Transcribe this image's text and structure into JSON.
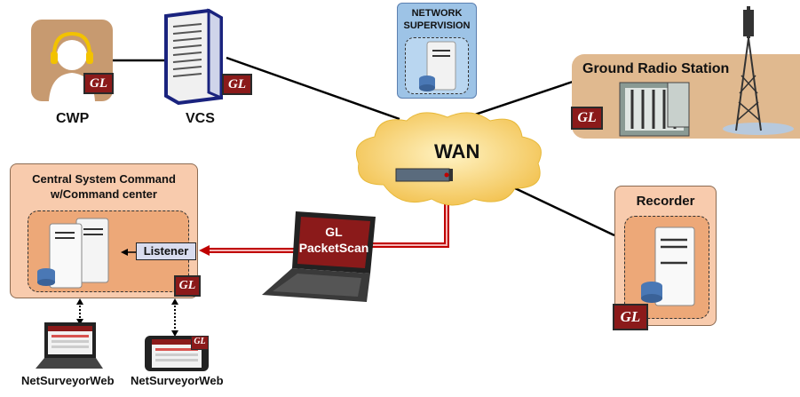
{
  "nodes": {
    "cwp": "CWP",
    "vcs": "VCS",
    "network_supervision": "NETWORK SUPERVISION",
    "ground_radio_station": "Ground Radio Station",
    "wan": "WAN",
    "central_system": "Central System Command w/Command center",
    "listener": "Listener",
    "packetscan": "GL PacketScan",
    "recorder": "Recorder",
    "netsurveyor_laptop": "NetSurveyorWeb",
    "netsurveyor_phone": "NetSurveyorWeb"
  },
  "badges": {
    "gl": "GL"
  },
  "colors": {
    "peach_fill": "#f8cbad",
    "peach_dark": "#e8a87c",
    "blue_box": "#9dc3e6",
    "gl_red": "#8b1a1a",
    "wan_cloud": "#f7d36a",
    "link_red": "#c00000"
  }
}
